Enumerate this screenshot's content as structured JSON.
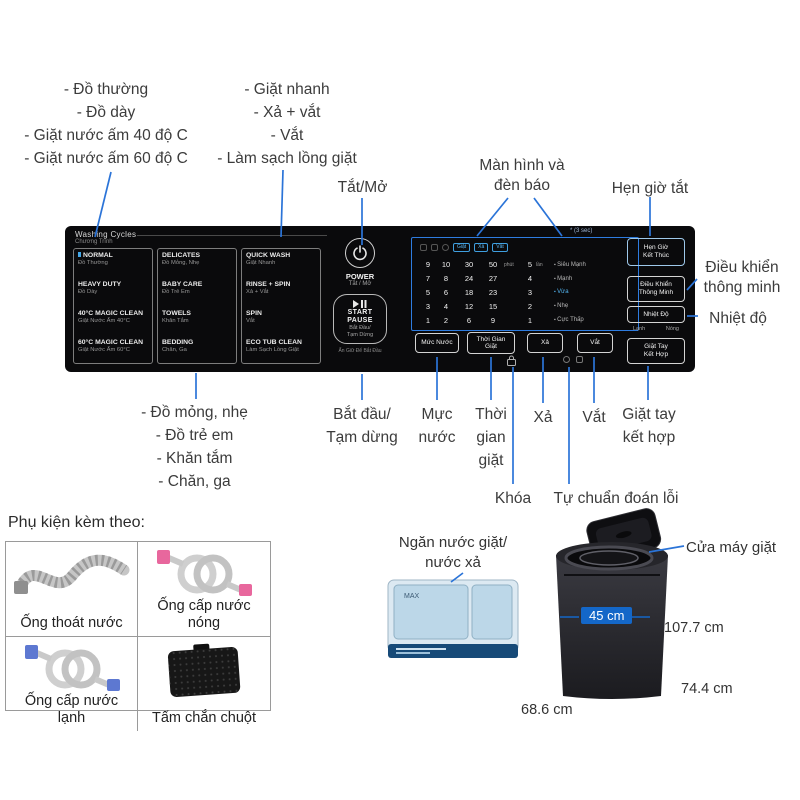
{
  "colors": {
    "annotation_line": "#2b74d8",
    "dimension_badge": "#1467c8",
    "panel_bg": "#0a0a0c"
  },
  "top": {
    "left_programs": [
      "- Đồ thường",
      "- Đồ dày",
      "- Giặt nước ấm 40 độ C",
      "- Giặt nước ấm 60 độ C"
    ],
    "mid_programs": [
      "- Giặt nhanh",
      "- Xả + vắt",
      "- Vắt",
      "- Làm sạch lồng giặt"
    ],
    "power_label": "Tắt/Mở",
    "display_label": [
      "Màn hình và",
      "đèn báo"
    ],
    "timer_label": "Hẹn giờ tắt",
    "smart_label": [
      "Điều khiển",
      "thông minh"
    ],
    "temp_label": "Nhiệt độ"
  },
  "panel": {
    "title_en": "Washing Cycles",
    "title_vi": "Chương Trình",
    "col1": [
      {
        "en": "NORMAL",
        "vi": "Đồ Thường"
      },
      {
        "en": "HEAVY DUTY",
        "vi": "Đồ Dày"
      },
      {
        "en": "40°C MAGIC CLEAN",
        "vi": "Giặt Nước Ấm 40°C"
      },
      {
        "en": "60°C MAGIC CLEAN",
        "vi": "Giặt Nước Ấm 60°C"
      }
    ],
    "col2": [
      {
        "en": "DELICATES",
        "vi": "Đồ Mỏng, Nhẹ"
      },
      {
        "en": "BABY CARE",
        "vi": "Đồ Trẻ Em"
      },
      {
        "en": "TOWELS",
        "vi": "Khăn Tắm"
      },
      {
        "en": "BEDDING",
        "vi": "Chăn, Ga"
      }
    ],
    "col3": [
      {
        "en": "QUICK WASH",
        "vi": "Giặt Nhanh"
      },
      {
        "en": "RINSE + SPIN",
        "vi": "Xả + Vắt"
      },
      {
        "en": "SPIN",
        "vi": "Vắt"
      },
      {
        "en": "ECO TUB CLEAN",
        "vi": "Làm Sạch Lồng Giặt"
      }
    ],
    "power_en": "POWER",
    "power_vi": "Tắt / Mở",
    "start_l1": "START",
    "start_l2": "PAUSE",
    "start_vi1": "Bắt Đầu/",
    "start_vi2": "Tạm Dừng",
    "start_note": "Ấn Giữ Để Bắt Đầu",
    "display_note": "* (3 sec)",
    "indicators": [
      "Giặt",
      "Xả",
      "Vắt"
    ],
    "grid": {
      "rows": [
        {
          "n1": "9",
          "n2": "10",
          "n3": "30",
          "n4": "50",
          "n4u": "phút",
          "n5": "5",
          "n5u": "lần",
          "level": "Siêu Mạnh"
        },
        {
          "n1": "7",
          "n2": "8",
          "n3": "24",
          "n4": "27",
          "n4u": "",
          "n5": "4",
          "n5u": "",
          "level": "Mạnh"
        },
        {
          "n1": "5",
          "n2": "6",
          "n3": "18",
          "n4": "23",
          "n4u": "",
          "n5": "3",
          "n5u": "",
          "level": "Vừa"
        },
        {
          "n1": "3",
          "n2": "4",
          "n3": "12",
          "n4": "15",
          "n4u": "",
          "n5": "2",
          "n5u": "",
          "level": "Nhẹ"
        },
        {
          "n1": "1",
          "n2": "2",
          "n3": "6",
          "n4": "9",
          "n4u": "",
          "n5": "1",
          "n5u": "",
          "level": "Cực Thấp"
        }
      ]
    },
    "btn_water": "Mức Nước",
    "btn_time1": "Thời Gian",
    "btn_time2": "Giặt",
    "btn_rinse": "Xả",
    "btn_spin": "Vắt",
    "rb_timer1": "Hẹn Giờ",
    "rb_timer2": "Kết Thúc",
    "rb_smart1": "Điều Khiển",
    "rb_smart2": "Thông Minh",
    "rb_temp": "Nhiệt Độ",
    "temp_cold": "Lạnh",
    "temp_hot": "Nóng",
    "rb_hand1": "Giặt Tay",
    "rb_hand2": "Kết Hợp"
  },
  "bottom": {
    "col2_programs": [
      "- Đồ mỏng, nhẹ",
      "- Đồ trẻ em",
      "- Khăn tắm",
      "- Chăn, ga"
    ],
    "start_label": [
      "Bắt đầu/",
      "Tạm dừng"
    ],
    "water_label": [
      "Mực",
      "nước"
    ],
    "time_label": [
      "Thời",
      "gian",
      "giặt"
    ],
    "rinse_label": "Xả",
    "spin_label": "Vắt",
    "hand_label": [
      "Giặt tay",
      "kết hợp"
    ],
    "lock_label": "Khóa",
    "diag_label": "Tự chuẩn đoán lỗi"
  },
  "accessories": {
    "title": "Phụ kiện kèm theo:",
    "drain": "Ống thoát nước",
    "hot": [
      "Ống cấp nước",
      "nóng"
    ],
    "cold": [
      "Ống cấp nước",
      "lạnh"
    ],
    "guard": "Tấm chắn chuột"
  },
  "machine": {
    "drawer_label": [
      "Ngăn nước giặt/",
      "nước xả"
    ],
    "drawer_max": "MAX",
    "door_label": "Cửa máy giặt",
    "dim_drum": "45 cm",
    "dim_height": "107.7 cm",
    "dim_depth": "74.4 cm",
    "dim_width": "68.6 cm"
  }
}
